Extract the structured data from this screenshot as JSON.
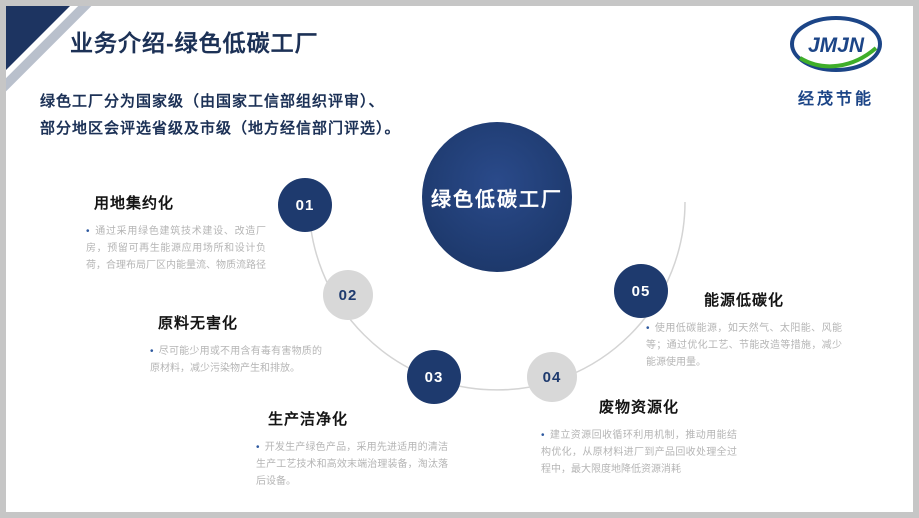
{
  "slide": {
    "title": "业务介绍-绿色低碳工厂",
    "subtitle": [
      "绿色工厂分为国家级（由国家工信部组织评审）、",
      "部分地区会评选省级及市级（地方经信部门评选）。"
    ],
    "center_label": "绿色低碳工厂",
    "bullet": "•"
  },
  "logo": {
    "acronym": "JMJN",
    "name": "经茂节能"
  },
  "items": [
    {
      "number": "01",
      "title": "用地集约化",
      "desc": "通过采用绿色建筑技术建设、改造厂房，预留可再生能源应用场所和设计负荷，合理布局厂区内能量流、物质流路径"
    },
    {
      "number": "02",
      "title": "原料无害化",
      "desc": "尽可能少用或不用含有毒有害物质的原材料，减少污染物产生和排放。"
    },
    {
      "number": "03",
      "title": "生产洁净化",
      "desc": "开发生产绿色产品，采用先进适用的清洁生产工艺技术和高效末端治理装备，淘汰落后设备。"
    },
    {
      "number": "04",
      "title": "废物资源化",
      "desc": "建立资源回收循环利用机制，推动用能结构优化，从原材料进厂到产品回收处理全过程中，最大限度地降低资源消耗"
    },
    {
      "number": "05",
      "title": "能源低碳化",
      "desc": "使用低碳能源，如天然气、太阳能、风能等；通过优化工艺、节能改造等措施，减少能源使用量。"
    }
  ],
  "colors": {
    "primary_navy": "#1e3a6e",
    "title_navy": "#1c3156",
    "node_gray": "#d8d8d8",
    "desc_gray": "#b5b5b5",
    "logo_blue": "#1c4587",
    "logo_green": "#3fae2a"
  }
}
